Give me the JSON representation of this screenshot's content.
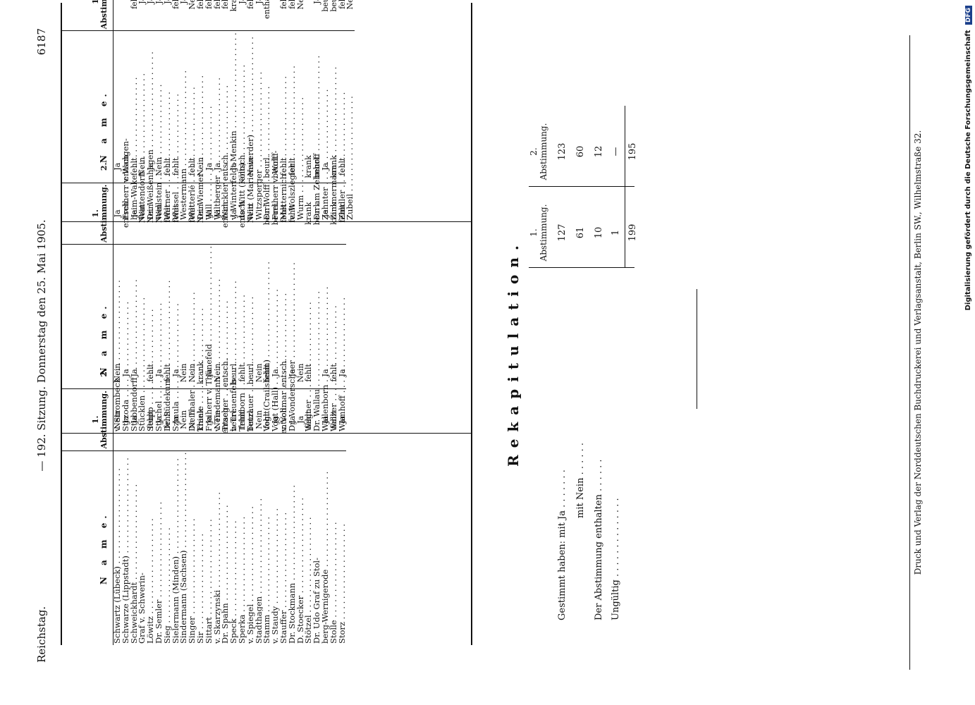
{
  "header": {
    "left": "Reichstag.",
    "center": "— 192. Sitzung.   Donnerstag den 25. Mai 1905.",
    "page": "6187"
  },
  "columns_headers": {
    "name": "N a m e.",
    "vote1": "1.",
    "vote2": "2.",
    "abst": "Abstimmung."
  },
  "col1": [
    [
      "Schwartz (Lübeck)",
      "Nein",
      "Nein"
    ],
    [
      "Schwarze (Lippstadt)",
      "Ja",
      "Ja"
    ],
    [
      "Schweickhardt",
      "Ja",
      "Ja"
    ],
    [
      "Graf v. Schwerin-",
      "",
      ""
    ],
    [
      "Löwitz",
      "fehlt",
      "fehlt"
    ],
    [
      "Dr. Semler",
      "Ja",
      "Ja"
    ],
    [
      "Sieg",
      "fehlt",
      "fehlt"
    ],
    [
      "Sielermann (Minden)",
      "Ja",
      "Ja"
    ],
    [
      "Sindermann (Sachsen)",
      "Nein",
      "Nein"
    ],
    [
      "Singer",
      "Nein",
      "Nein"
    ],
    [
      "Sir",
      "krank",
      "krank"
    ],
    [
      "Sittart",
      "Ja",
      "Ja"
    ],
    [
      "v. Skarzynski",
      "Nein",
      "Nein"
    ],
    [
      "Dr. Spahn",
      "entsch.",
      "entsch."
    ],
    [
      "Speck",
      "beurl.",
      "beurl."
    ],
    [
      "Sperka",
      "fehlt",
      "fehlt"
    ],
    [
      "v. Spiegel",
      "beurl.",
      "beurl."
    ],
    [
      "Stadthagen",
      "Nein",
      "Nein"
    ],
    [
      "Stamm",
      "fehlt",
      "fehlt"
    ],
    [
      "v. Staudy",
      "Ja",
      "Ja"
    ],
    [
      "Stauffer",
      "entsch.",
      "entsch."
    ],
    [
      "Dr. Stockmann",
      "Ja",
      "Ja"
    ],
    [
      "D. Stoecker",
      "Ja",
      "Nein"
    ],
    [
      "Stötzel",
      "fehlt",
      "fehlt"
    ],
    [
      "Dr. Udo Graf zu Stol-",
      "",
      ""
    ],
    [
      "berg-Wernigerode",
      "Ja",
      "Ja"
    ],
    [
      "Stolle",
      "fehlt",
      "fehlt"
    ],
    [
      "Storz",
      "Ja",
      "Ja"
    ]
  ],
  "col2": [
    [
      "v. Strombeck",
      "Ja",
      "Ja"
    ],
    [
      "Strzoda",
      "entsch.",
      "entsch."
    ],
    [
      "Stubbendorff",
      "Ja",
      "fehlt"
    ],
    [
      "Stücklen",
      "Nein",
      "Nein"
    ],
    [
      "Stupp",
      "Nein",
      "Ja"
    ],
    [
      "Stychel",
      "Nein",
      "Nein"
    ],
    [
      "Dr. Südekum",
      "fehlt",
      "fehlt"
    ],
    [
      "Szmula",
      "fehlt",
      "fehlt"
    ],
    [
      "",
      "",
      ""
    ],
    [
      "Dr. Thaler",
      "fehlt",
      "fehlt"
    ],
    [
      "Thiele",
      "Nein",
      "Nein"
    ],
    [
      "Freiherr v. Thünefeld",
      "Ja",
      "Ja"
    ],
    [
      "v. Tiedemann",
      "Ja",
      "Ja"
    ],
    [
      "Traeger",
      "entsch.",
      "entsch."
    ],
    [
      "v. Treuenfels",
      "Ja",
      "Ja"
    ],
    [
      "Trimborn",
      "entsch.",
      "entsch."
    ],
    [
      "Tutzauer",
      "Nein",
      "Nein"
    ],
    [
      "",
      "",
      ""
    ],
    [
      "Vogt (Crailsheim)",
      "beurl.",
      "beurl."
    ],
    [
      "Vogt (Hall)",
      "beurl.",
      "beurl."
    ],
    [
      "v. Vollmar",
      "fehlt",
      "fehlt"
    ],
    [
      "Dr. Vonderscheer",
      "fehlt",
      "fehlt"
    ],
    [
      "",
      "",
      ""
    ],
    [
      "Wagner",
      "krank",
      "krank"
    ],
    [
      "Dr. Wallau",
      "beurl.",
      "beurl."
    ],
    [
      "Wallenborn",
      "Ja",
      "Ja"
    ],
    [
      "Walzer",
      "krank",
      "krank"
    ],
    [
      "Wamhoff",
      "fehlt",
      "fehlt"
    ]
  ],
  "col3": [
    [
      "",
      "",
      ""
    ],
    [
      "Freiherr v. Wangen-",
      "",
      ""
    ],
    [
      "heim-Wake",
      "fehlt",
      "fehlt"
    ],
    [
      "Wattendorff",
      "Ja",
      "Ja"
    ],
    [
      "Dr. Weißenhagen",
      "Ja",
      "Ja"
    ],
    [
      "Wellstein",
      "Ja",
      "Ja"
    ],
    [
      "Werner",
      "Ja",
      "Ja"
    ],
    [
      "Wessel",
      "fehlt",
      "fehlt"
    ],
    [
      "Westermann",
      "Ja",
      "Ja"
    ],
    [
      "Wetterlé",
      "Nein",
      "enthalten"
    ],
    [
      "Dr. Wiemer",
      "fehlt",
      "fehlt"
    ],
    [
      "Will",
      "fehlt",
      "fehlt"
    ],
    [
      "Wiltberger",
      "fehlt",
      "fehlt"
    ],
    [
      "Winckler",
      "fehlt",
      "fehlt"
    ],
    [
      "v. Winterfeldt-Menkin",
      "krank",
      "krank"
    ],
    [
      "de Witt (Köln)",
      "Ja",
      "Ja"
    ],
    [
      "Witt (Marienwerder)",
      "fehlt",
      "fehlt"
    ],
    [
      "Witzsperger",
      "Ja",
      "Ja"
    ],
    [
      "Dr. Wolff",
      "enthalten",
      "enthalten"
    ],
    [
      "Freiherr v. Wolff-",
      "",
      ""
    ],
    [
      "Metternich",
      "fehlt",
      "fehlt"
    ],
    [
      "v. Wolszlegier",
      "fehlt",
      "fehlt"
    ],
    [
      "Wurm",
      "Nein",
      "Nein"
    ],
    [
      "",
      "",
      ""
    ],
    [
      "Dr. am Zehnhoff",
      "Ja",
      "Ja"
    ],
    [
      "Zehnter",
      "beurl.",
      "beurl."
    ],
    [
      "Zimmermann",
      "beurl.",
      "beurl."
    ],
    [
      "Zindler",
      "fehlt",
      "fehlt"
    ],
    [
      "Zubeil",
      "Nein",
      "Nein"
    ]
  ],
  "recap": {
    "title": "Rekapitulation.",
    "head1": "1.",
    "head1b": "Abstimmung.",
    "head2": "2.",
    "head2b": "Abstimmung.",
    "rows": [
      {
        "label": "Gestimmt haben: mit Ja . . . . . . .",
        "v1": "127",
        "v2": "123"
      },
      {
        "label": "mit Nein . . . . . .",
        "v1": "61",
        "v2": "60"
      },
      {
        "label": "Der Abstimmung enthalten . . . . . .",
        "v1": "10",
        "v2": "12"
      },
      {
        "label": "Ungültig . . . . . . . . . . . . . .",
        "v1": "1",
        "v2": "—"
      }
    ],
    "total1": "199",
    "total2": "195"
  },
  "footer": "Druck und Verlag der Norddeutschen Buchdruckerei und Verlagsanstalt, Berlin SW., Wilhelmstraße 32.",
  "credit": "Digitalisierung gefördert durch die Deutsche Forschungsgemeinschaft",
  "credit_logo": "DFG"
}
